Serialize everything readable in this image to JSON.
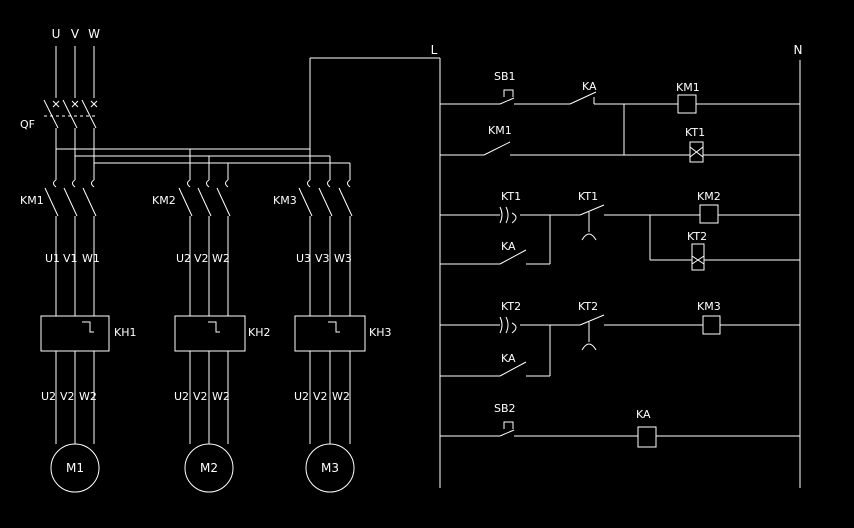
{
  "colors": {
    "background": "#000000",
    "line": "#ffffff"
  },
  "supply": {
    "u": "U",
    "v": "V",
    "w": "W",
    "breaker": "QF"
  },
  "rails": {
    "line": "L",
    "neutral": "N"
  },
  "motors": [
    {
      "contactor": "KM1",
      "terminals_in": [
        "U1",
        "V1",
        "W1"
      ],
      "overload": "KH1",
      "terminals_out": [
        "U2",
        "V2",
        "W2"
      ],
      "motor": "M1"
    },
    {
      "contactor": "KM2",
      "terminals_in": [
        "U2",
        "V2",
        "W2"
      ],
      "overload": "KH2",
      "terminals_out": [
        "U2",
        "V2",
        "W2"
      ],
      "motor": "M2"
    },
    {
      "contactor": "KM3",
      "terminals_in": [
        "U3",
        "V3",
        "W3"
      ],
      "overload": "KH3",
      "terminals_out": [
        "U2",
        "V2",
        "W2"
      ],
      "motor": "M3"
    }
  ],
  "control": {
    "r1": {
      "button": "SB1",
      "contact": "KA",
      "coil": "KM1"
    },
    "r2": {
      "contact": "KM1",
      "timer": "KT1"
    },
    "r3": {
      "contact": "KT1",
      "timed_contact": "KT1",
      "coil": "KM2",
      "timer": "KT2",
      "parallel_contact": "KA"
    },
    "r4": {
      "contact": "KT2",
      "timed_contact": "KT2",
      "coil": "KM3",
      "parallel_contact": "KA"
    },
    "r5": {
      "button": "SB2",
      "coil": "KA"
    }
  }
}
